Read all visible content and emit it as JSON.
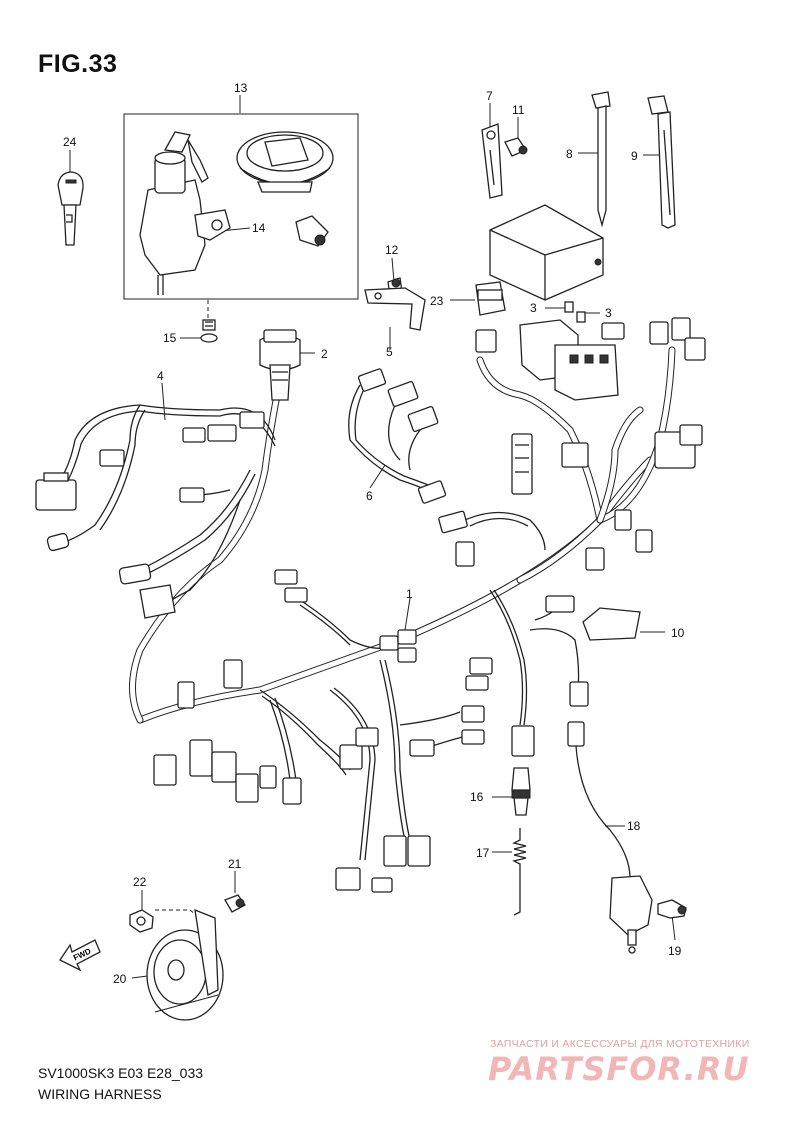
{
  "header": {
    "figure": "FIG.33"
  },
  "footer": {
    "model": "SV1000SK3 E03 E28_033",
    "title": "WIRING HARNESS"
  },
  "watermark": {
    "line1": "ЗАПЧАСТИ И АКСЕССУАРЫ ДЛЯ МОТОТЕХНИКИ",
    "line2": "PARTSFOR.RU"
  },
  "direction": {
    "arrow": "FWD"
  },
  "callouts": [
    "1",
    "2",
    "3",
    "3",
    "4",
    "5",
    "6",
    "7",
    "8",
    "9",
    "10",
    "11",
    "12",
    "13",
    "14",
    "15",
    "16",
    "17",
    "18",
    "19",
    "20",
    "21",
    "22",
    "23",
    "24"
  ],
  "colors": {
    "line": "#222222",
    "watermark": "#f2b6b6"
  }
}
